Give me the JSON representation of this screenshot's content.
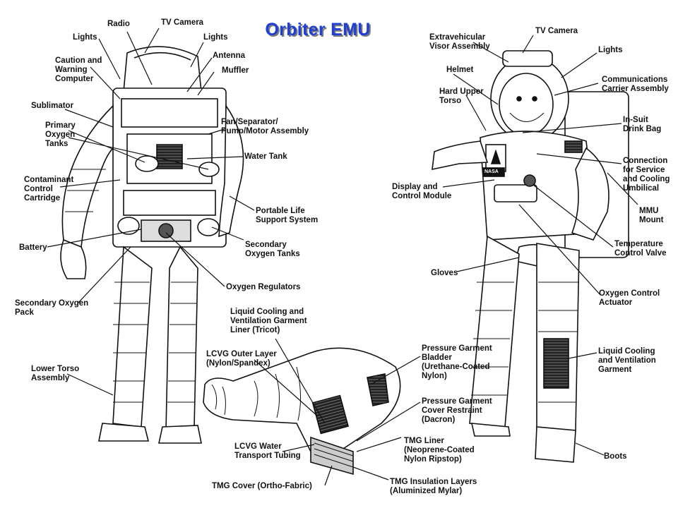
{
  "title": "Orbiter EMU",
  "labels": {
    "radio": "Radio",
    "tv_camera_left": "TV Camera",
    "lights_left_a": "Lights",
    "lights_left_b": "Lights",
    "caution_warning": "Caution and\nWarning\nComputer",
    "antenna": "Antenna",
    "muffler": "Muffler",
    "sublimator": "Sublimator",
    "primary_oxygen": "Primary\nOxygen\nTanks",
    "fan_separator": "Fan/Separator/\nPump/Motor Assembly",
    "water_tank": "Water Tank",
    "contaminant": "Contaminant\nControl\nCartridge",
    "plss": "Portable Life\nSupport System",
    "battery": "Battery",
    "secondary_tanks": "Secondary\nOxygen Tanks",
    "oxygen_regulators": "Oxygen Regulators",
    "secondary_pack": "Secondary Oxygen\nPack",
    "lower_torso": "Lower Torso\nAssembly",
    "lcvg_liner": "Liquid Cooling and\nVentilation Garment\nLiner (Tricot)",
    "lcvg_outer": "LCVG Outer Layer\n(Nylon/Spandex)",
    "lcvg_water": "LCVG Water\nTransport Tubing",
    "tmg_cover": "TMG Cover (Ortho-Fabric)",
    "pressure_bladder": "Pressure Garment\nBladder\n(Urethane-Coated\nNylon)",
    "pressure_cover": "Pressure Garment\nCover Restraint\n(Dacron)",
    "tmg_liner": "TMG Liner\n(Neoprene-Coated\nNylon Ripstop)",
    "tmg_insulation": "TMG Insulation Layers\n(Aluminized Mylar)",
    "ev_visor": "Extravehicular\nVisor Assembly",
    "tv_camera_right": "TV Camera",
    "lights_right": "Lights",
    "helmet": "Helmet",
    "comm_carrier": "Communications\nCarrier Assembly",
    "hut": "Hard Upper\nTorso",
    "drink_bag": "In-Suit\nDrink Bag",
    "connection": "Connection\nfor Service\nand Cooling\nUmbilical",
    "dcm": "Display and\nControl Module",
    "mmu_mount": "MMU\nMount",
    "temp_valve": "Temperature\nControl Valve",
    "gloves": "Gloves",
    "o2_actuator": "Oxygen Control\nActuator",
    "lcvg_right": "Liquid Cooling\nand Ventilation\nGarment",
    "boots": "Boots",
    "nasa_logo": "NASA"
  }
}
